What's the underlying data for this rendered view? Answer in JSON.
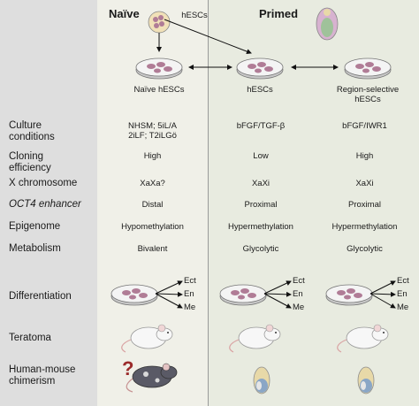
{
  "headers": {
    "naive": "Naïve",
    "primed": "Primed",
    "naive_embryo_label": "hESCs"
  },
  "dish_labels": {
    "naive": "Naïve hESCs",
    "primed": "hESCs",
    "region_line1": "Region-selective",
    "region_line2": "hESCs"
  },
  "rows": [
    {
      "label_lines": [
        "Culture",
        "conditions"
      ],
      "naive_lines": [
        "NHSM; 5iL/A",
        "2iLF; T2iLGö"
      ],
      "primed": "bFGF/TGF-β",
      "region": "bFGF/IWR1"
    },
    {
      "label_lines": [
        "Cloning",
        "efficiency"
      ],
      "naive_lines": [
        "High"
      ],
      "primed": "Low",
      "region": "High"
    },
    {
      "label_lines": [
        "X chromosome"
      ],
      "naive_lines": [
        "XaXa?"
      ],
      "primed": "XaXi",
      "region": "XaXi"
    },
    {
      "label_lines": [
        "OCT4 enhancer"
      ],
      "naive_lines": [
        "Distal"
      ],
      "primed": "Proximal",
      "region": "Proximal"
    },
    {
      "label_lines": [
        "Epigenome"
      ],
      "naive_lines": [
        "Hypomethylation"
      ],
      "primed": "Hypermethylation",
      "region": "Hypermethylation"
    },
    {
      "label_lines": [
        "Metabolism"
      ],
      "naive_lines": [
        "Bivalent"
      ],
      "primed": "Glycolytic",
      "region": "Glycolytic"
    }
  ],
  "differentiation": {
    "label": "Differentiation",
    "lineages": [
      "Ect",
      "En",
      "Me"
    ]
  },
  "teratoma_label": "Teratoma",
  "chimerism": {
    "label_lines": [
      "Human-mouse",
      "chimerism"
    ],
    "question_mark": "?"
  },
  "colors": {
    "left_panel": "#dedede",
    "naive_panel": "#f0f0e8",
    "primed_panel": "#e8ebe0",
    "colony": "#b07c96",
    "question": "#9b2b2b"
  }
}
